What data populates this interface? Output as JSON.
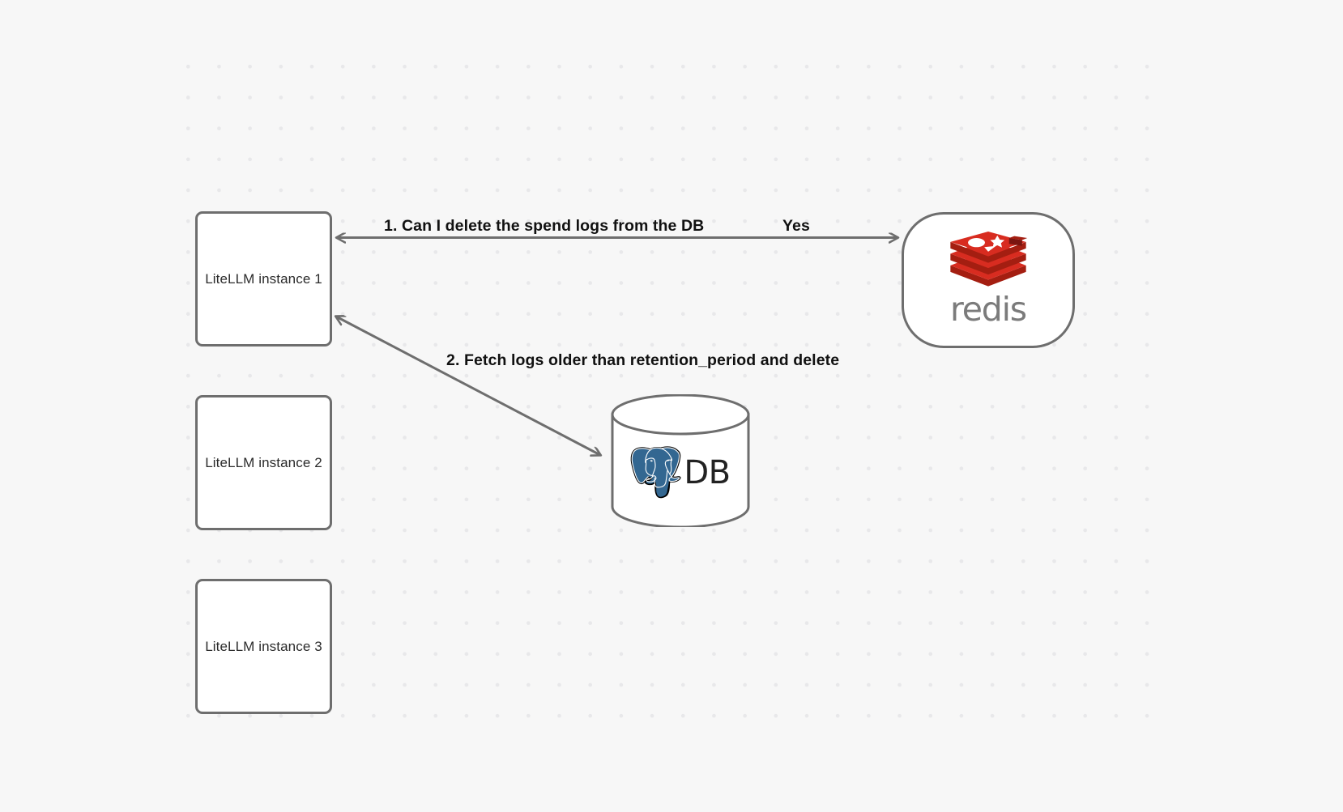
{
  "canvas": {
    "background_color": "#f7f7f7",
    "grid": "dot-grid",
    "dot_color": "#e8e8ea"
  },
  "nodes": {
    "litellm_instances": [
      {
        "id": "litellm-1",
        "label": "LiteLLM instance 1"
      },
      {
        "id": "litellm-2",
        "label": "LiteLLM instance 2"
      },
      {
        "id": "litellm-3",
        "label": "LiteLLM instance 3"
      }
    ],
    "redis": {
      "id": "redis-node",
      "wordmark": "redis",
      "logo_color": "#c6291f",
      "wordmark_color": "#7b7b7b"
    },
    "database": {
      "id": "db-node",
      "label": "DB",
      "logo": "postgresql-elephant-icon",
      "logo_color": "#336791"
    }
  },
  "edges": [
    {
      "id": "edge-litellm-redis",
      "from": "litellm-1",
      "to": "redis",
      "direction": "bidirectional",
      "label": "1.  Can I delete the spend logs from the DB",
      "reply_label": "Yes",
      "color": "#6e6e6e"
    },
    {
      "id": "edge-litellm-db",
      "from": "litellm-1",
      "to": "database",
      "direction": "bidirectional",
      "label": "2.  Fetch logs older than retention_period and delete",
      "color": "#6e6e6e"
    }
  ],
  "labels": {
    "step1": "1.  Can I delete the spend logs from the DB",
    "step1_reply": "Yes",
    "step2": "2.  Fetch logs older than retention_period and delete"
  }
}
